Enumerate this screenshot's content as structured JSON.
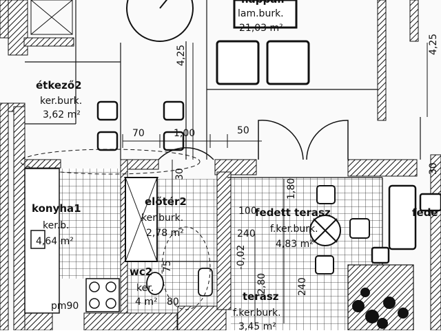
{
  "rooms": {
    "nappali": {
      "name": "nappali",
      "floor": "lam.burk.",
      "area": "21,03 m²"
    },
    "etkezo": {
      "name": "étkező2",
      "floor": "ker.burk.",
      "area": "3,62 m²"
    },
    "konyha": {
      "name": "konyha1",
      "floor": "ker.b.",
      "area": "4,64 m²"
    },
    "eloter": {
      "name": "előtér2",
      "floor": "ker.burk.",
      "area": "2,78 m²"
    },
    "wc": {
      "name": "wc2",
      "floor": "ker.",
      "area": "4 m²"
    },
    "fedett_terasz": {
      "name": "fedett terasz",
      "floor": "f.ker.burk.",
      "area": "4,83 m²"
    },
    "terasz": {
      "name": "terasz",
      "floor": "f.ker.burk.",
      "area": "3,45 m²"
    },
    "fedett_right": {
      "name": "fede"
    }
  },
  "dimensions": {
    "d425_left": "4,25",
    "d425_right": "4,25",
    "d70": "70",
    "d100_top": "1,00",
    "d50": "50",
    "d30_left": "30",
    "d30_right": "30",
    "d180": "1,80",
    "d100_mid": "100",
    "d240_mid": "240",
    "d002": "-0,02",
    "d280": "2,80",
    "d240_low": "240",
    "d75": "75",
    "d80": "80",
    "pm90": "pm90"
  },
  "colors": {
    "ink": "#111111",
    "paper": "#fafafa"
  }
}
